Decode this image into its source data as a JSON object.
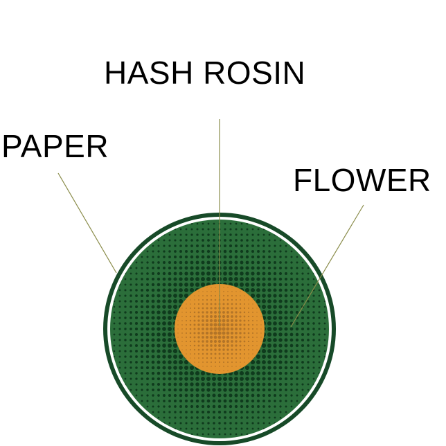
{
  "labels": {
    "hash_rosin": "HASH ROSIN",
    "paper": "PAPER",
    "flower": "FLOWER"
  },
  "colors": {
    "paper_ring": "#174a28",
    "paper_gap": "#ffffff",
    "flower_fill": "#2b6e3a",
    "flower_dots": "#0f3a1d",
    "rosin_fill": "#e2952f",
    "rosin_dots": "#8a5a22",
    "leader_line": "#8a8c4a",
    "text": "#000000"
  }
}
